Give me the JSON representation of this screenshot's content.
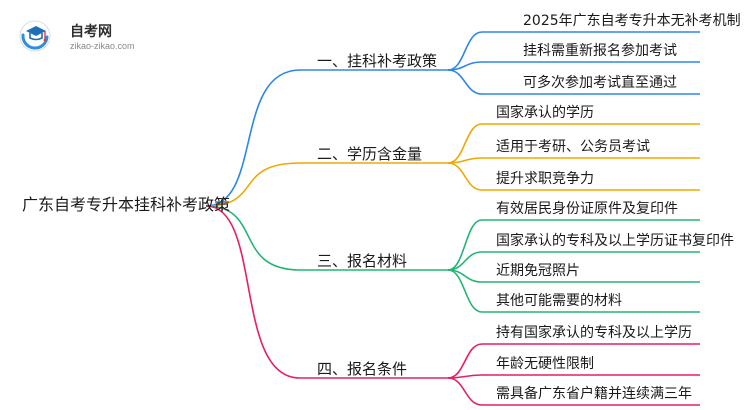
{
  "logo": {
    "name": "自考网",
    "domain": "zikao-zikao.com"
  },
  "mindmap": {
    "root": "广东自考专升本挂科补考政策",
    "branches": [
      {
        "label": "一、挂科补考政策",
        "color": "#2e86e8",
        "items": [
          "2025年广东自考专升本无补考机制",
          "挂科需重新报名参加考试",
          "可多次参加考试直至通过"
        ]
      },
      {
        "label": "二、学历含金量",
        "color": "#f0a800",
        "items": [
          "国家承认的学历",
          "适用于考研、公务员考试",
          "提升求职竞争力"
        ]
      },
      {
        "label": "三、报名材料",
        "color": "#22b573",
        "items": [
          "有效居民身份证原件及复印件",
          "国家承认的专科及以上学历证书复印件",
          "近期免冠照片",
          "其他可能需要的材料"
        ]
      },
      {
        "label": "四、报名条件",
        "color": "#e91e63",
        "items": [
          "持有国家承认的专科及以上学历",
          "年龄无硬性限制",
          "需具备广东省户籍并连续满三年"
        ]
      }
    ]
  }
}
